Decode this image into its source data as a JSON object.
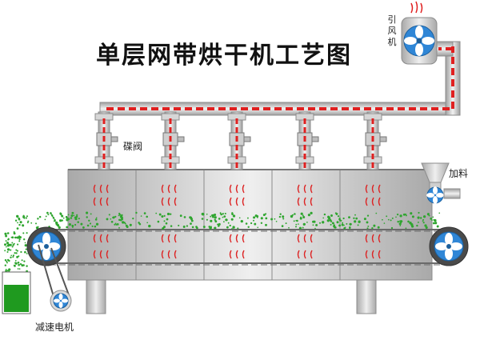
{
  "diagram": {
    "title": "单层网带烘干机工艺图",
    "labels": {
      "fan": "引风机",
      "valve": "碟阀",
      "feed": "加料",
      "motor": "减速电机"
    },
    "colors": {
      "steel": "#c9c9c9",
      "pipe": "#bdbdbd",
      "air_flow": "#e02020",
      "fan_blue": "#2f86d6",
      "material": "#2fa52f",
      "hopper": "#1f9a1f"
    },
    "heat_mark": "( ( (",
    "dryer_sections": 5
  }
}
